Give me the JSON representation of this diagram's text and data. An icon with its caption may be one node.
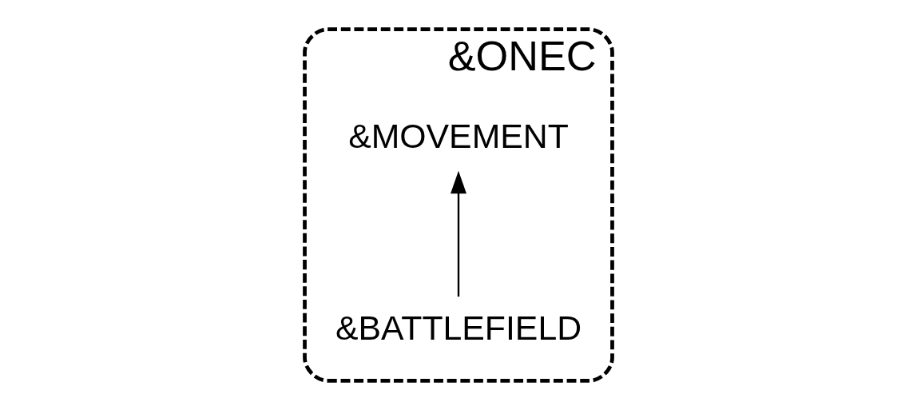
{
  "diagram": {
    "nodes": [
      {
        "text": [
          "&ONEC"
        ]
      },
      {
        "text": [
          "&MOVEMENT"
        ],
        "in": 0
      },
      {
        "text": [
          "&BATTLEFIELD"
        ],
        "in": 0
      }
    ],
    "edges": [
      {
        "from": 2,
        "to": 1,
        "arrow": "to"
      }
    ]
  }
}
